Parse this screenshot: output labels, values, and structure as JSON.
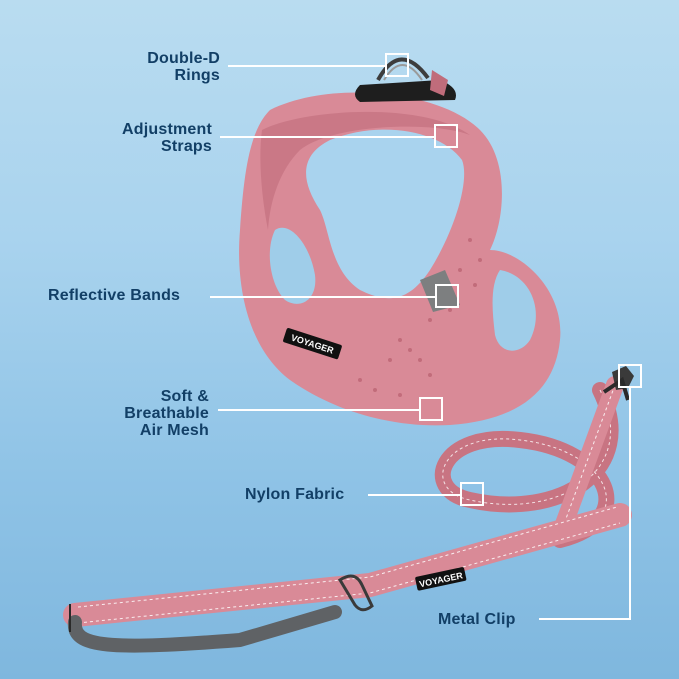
{
  "product": {
    "brand_tag": "VOYAGER",
    "colors": {
      "background_top": "#b9dcf0",
      "background_bottom": "#7fb7de",
      "harness_pink": "#d98a97",
      "harness_pink_dark": "#c06c7b",
      "label_text": "#123f66",
      "callout_line": "#ffffff",
      "reflective_gray": "#7d7f80",
      "hardware_black": "#1e1e1e",
      "padding_gray": "#5f6265"
    }
  },
  "callouts": [
    {
      "id": "double-d-rings",
      "lines": [
        "Double-D",
        "Rings"
      ]
    },
    {
      "id": "adjustment-straps",
      "lines": [
        "Adjustment",
        "Straps"
      ]
    },
    {
      "id": "reflective-bands",
      "lines": [
        "Reflective Bands"
      ]
    },
    {
      "id": "air-mesh",
      "lines": [
        "Soft &",
        "Breathable",
        "Air Mesh"
      ]
    },
    {
      "id": "nylon-fabric",
      "lines": [
        "Nylon Fabric"
      ]
    },
    {
      "id": "metal-clip",
      "lines": [
        "Metal Clip"
      ]
    }
  ]
}
